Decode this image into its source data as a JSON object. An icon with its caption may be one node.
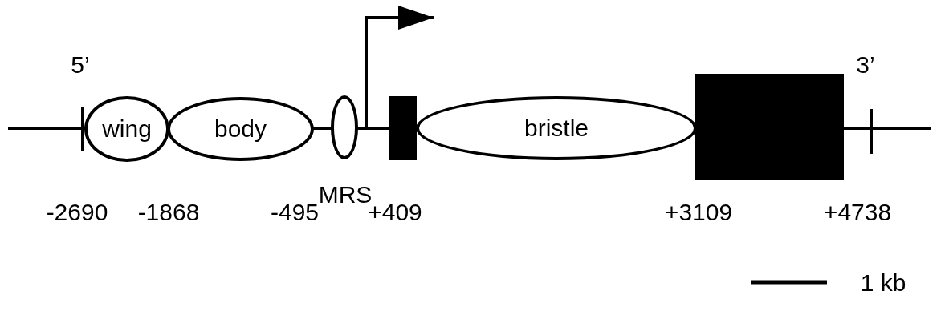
{
  "diagram": {
    "nodes": [
      {
        "text": [
          "wing"
        ]
      },
      {
        "text": [
          "body"
        ]
      },
      {
        "text": [
          "MRS"
        ]
      },
      {
        "text": [],
        "shape": "box"
      },
      {
        "text": [
          "bristle"
        ]
      },
      {
        "text": [],
        "shape": "box"
      }
    ],
    "edges": [],
    "labels": [
      "5’",
      "3’",
      "-2690",
      "-1868",
      "-495",
      "+409",
      "+3109",
      "+4738",
      "1 kb"
    ]
  }
}
